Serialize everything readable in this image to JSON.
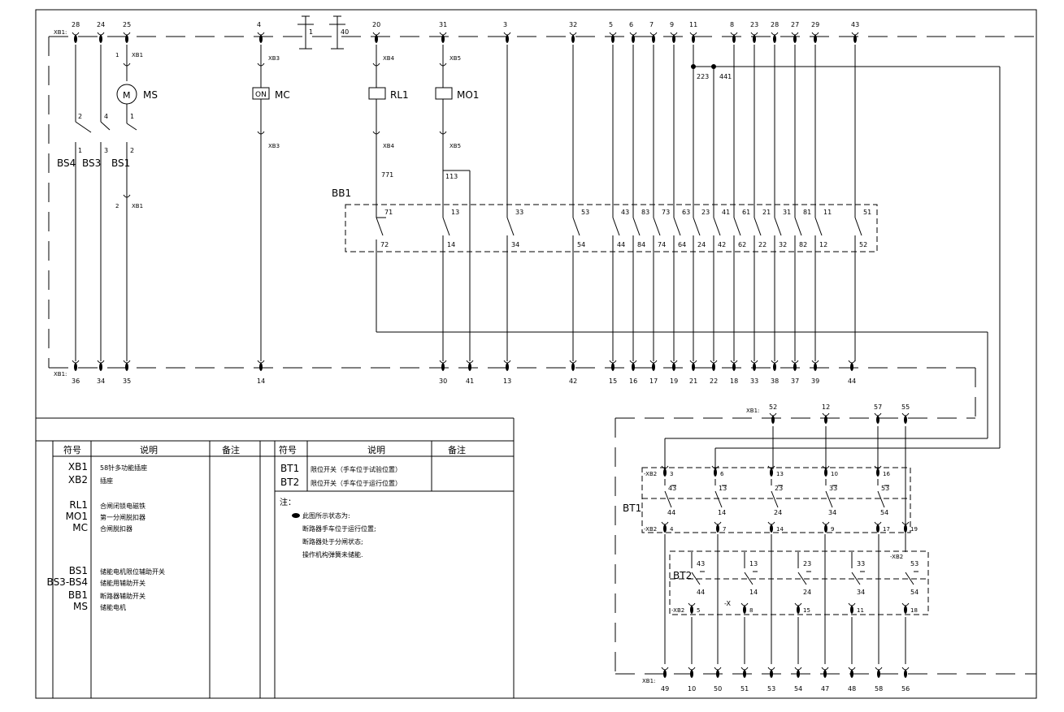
{
  "terminal_strip_label": "XB1:",
  "top_terminals": [
    "28",
    "24",
    "25",
    "4",
    "20",
    "31",
    "3",
    "32",
    "5",
    "6",
    "7",
    "9",
    "11",
    "8",
    "23",
    "28",
    "27",
    "29",
    "43"
  ],
  "bottom_terminals": [
    "36",
    "34",
    "35",
    "14",
    "30",
    "41",
    "13",
    "42",
    "15",
    "16",
    "17",
    "19",
    "21",
    "22",
    "18",
    "33",
    "38",
    "37",
    "39",
    "44"
  ],
  "ground_labels": [
    "1",
    "40"
  ],
  "xb_labels": {
    "xb1": "XB1",
    "xb3": "XB3",
    "xb4": "XB4",
    "xb5": "XB5",
    "xb2": "-XB2",
    "x": "-X"
  },
  "devices": {
    "ms": "MS",
    "motor": "M",
    "mc": "MC",
    "mc_box": "ON",
    "rl1": "RL1",
    "mo1": "MO1",
    "bb1": "BB1",
    "bt1": "BT1",
    "bt2": "BT2",
    "bs4": "BS4",
    "bs3": "BS3",
    "bs1": "BS1"
  },
  "wire_numbers": [
    "223",
    "441",
    "771",
    "113"
  ],
  "pin_numbers": [
    "1",
    "2",
    "3",
    "4"
  ],
  "bb1_top_contacts": [
    "71",
    "13",
    "33",
    "53",
    "43",
    "83",
    "73",
    "63",
    "23",
    "41",
    "61",
    "21",
    "31",
    "81",
    "11",
    "51"
  ],
  "bb1_bottom_contacts": [
    "72",
    "14",
    "34",
    "54",
    "44",
    "84",
    "74",
    "64",
    "24",
    "42",
    "62",
    "22",
    "32",
    "82",
    "12",
    "52"
  ],
  "bt_terminals_top": [
    "3",
    "6",
    "13",
    "10",
    "16"
  ],
  "bt1_top_contacts": [
    "43",
    "13",
    "23",
    "33",
    "53"
  ],
  "bt1_bottom_contacts": [
    "44",
    "14",
    "24",
    "34",
    "54"
  ],
  "bt_mid_terminals": [
    "4",
    "7",
    "14",
    "9",
    "17",
    "19"
  ],
  "bt2_top_contacts": [
    "43",
    "13",
    "23",
    "33",
    "53"
  ],
  "bt2_bottom_contacts": [
    "44",
    "14",
    "24",
    "34",
    "54"
  ],
  "bt2_bottom_terminals": [
    "5",
    "8",
    "15",
    "11",
    "18"
  ],
  "right_top_terminals": [
    "52",
    "12",
    "57",
    "55"
  ],
  "right_bottom_terminals": [
    "49",
    "10",
    "50",
    "51",
    "53",
    "54",
    "47",
    "48",
    "58",
    "56"
  ],
  "legend_left": {
    "headers": {
      "symbol": "符号",
      "description": "说明",
      "remark": "备注"
    },
    "rows": [
      {
        "symbol": "XB1",
        "desc": "58针多功能插座"
      },
      {
        "symbol": "XB2",
        "desc": "插座"
      },
      {
        "symbol": "RL1",
        "desc": "合闸闭锁电磁铁"
      },
      {
        "symbol": "MO1",
        "desc": "第一分闸脱扣器"
      },
      {
        "symbol": "MC",
        "desc": "合闸脱扣器"
      },
      {
        "symbol": "BS1",
        "desc": "储能电机限位辅助开关"
      },
      {
        "symbol": "BS3-BS4",
        "desc": "储能用辅助开关"
      },
      {
        "symbol": "BB1",
        "desc": "断路器辅助开关"
      },
      {
        "symbol": "MS",
        "desc": "储能电机"
      }
    ]
  },
  "legend_right": {
    "headers": {
      "symbol": "符号",
      "description": "说明",
      "remark": "备注"
    },
    "rows": [
      {
        "symbol": "BT1",
        "desc": "限位开关（手车位于试验位置）"
      },
      {
        "symbol": "BT2",
        "desc": "限位开关（手车位于运行位置）"
      }
    ],
    "note_title": "注：",
    "notes": [
      "此图所示状态为:",
      "断路器手车位于运行位置;",
      "断路器处于分闸状态;",
      "操作机构弹簧未储能."
    ]
  }
}
